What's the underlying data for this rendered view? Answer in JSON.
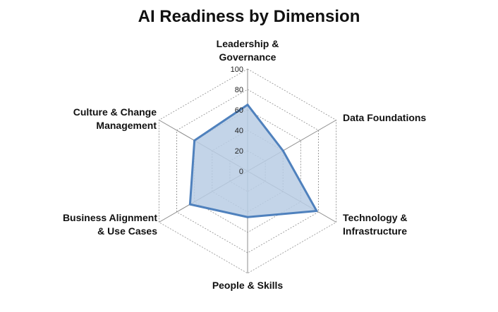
{
  "chart_data": {
    "type": "radar",
    "title": "AI Readiness by Dimension",
    "categories": [
      [
        "Leadership &",
        "Governance"
      ],
      [
        "Data Foundations"
      ],
      [
        "Technology &",
        "Infrastructure"
      ],
      [
        "People & Skills"
      ],
      [
        "Business Alignment",
        "& Use Cases"
      ],
      [
        "Culture & Change",
        "Management"
      ]
    ],
    "values": [
      65,
      40,
      78,
      45,
      65,
      60
    ],
    "rlim": [
      0,
      100
    ],
    "ticks": [
      0,
      20,
      40,
      60,
      80,
      100
    ],
    "grid": true,
    "colors": {
      "fill": "#b8cce4",
      "line": "#4f81bd",
      "grid": "#9a9a9a",
      "spoke": "#8c8c8c"
    }
  }
}
